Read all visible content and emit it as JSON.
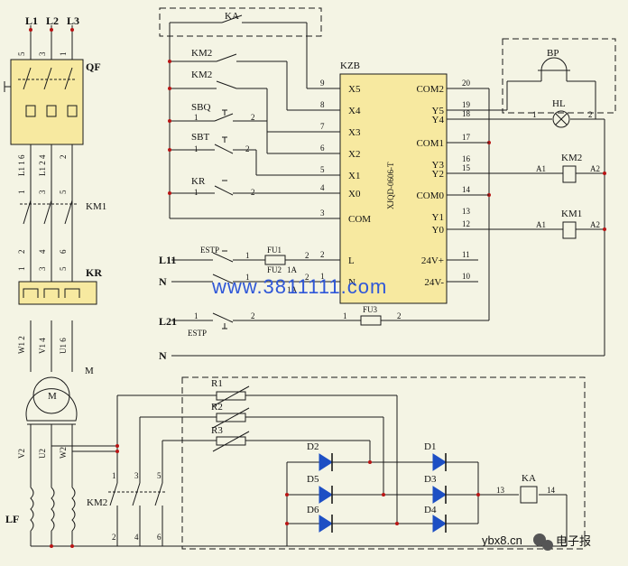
{
  "phases": [
    "L1",
    "L2",
    "L3"
  ],
  "devices": {
    "qf": "QF",
    "km1": "KM1",
    "kr": "KR",
    "motor_label": "M",
    "motor_symbol": "M",
    "lf": "LF",
    "km2_aux": "KM2",
    "ka_top": "KA",
    "bp": "BP",
    "hl": "HL",
    "coil_km2": "KM2",
    "coil_km1": "KM1",
    "coil_ka": "KA"
  },
  "controller": {
    "name": "KZB",
    "model": "XJQD-0606-T"
  },
  "inputs": [
    {
      "pin": "X5",
      "num": "9"
    },
    {
      "pin": "X4",
      "num": "8"
    },
    {
      "pin": "X3",
      "num": "7"
    },
    {
      "pin": "X2",
      "num": "6"
    },
    {
      "pin": "X1",
      "num": "5"
    },
    {
      "pin": "X0",
      "num": "4"
    },
    {
      "pin": "COM",
      "num": "3"
    },
    {
      "pin": "L",
      "num": "2"
    },
    {
      "pin": "N",
      "num": "1"
    }
  ],
  "outputs": [
    {
      "pin": "COM2",
      "num": "20"
    },
    {
      "pin": "Y5",
      "num": "19"
    },
    {
      "pin": "Y4",
      "num": "18"
    },
    {
      "pin": "COM1",
      "num": "17"
    },
    {
      "pin": "Y3",
      "num": "16"
    },
    {
      "pin": "Y2",
      "num": "15"
    },
    {
      "pin": "COM0",
      "num": "14"
    },
    {
      "pin": "Y1",
      "num": "13"
    },
    {
      "pin": "Y0",
      "num": "12"
    },
    {
      "pin": "24V+",
      "num": "11"
    },
    {
      "pin": "24V-",
      "num": "10"
    }
  ],
  "switches": {
    "km2a": "KM2",
    "km2b": "KM2",
    "sbq": "SBQ",
    "sbt": "SBT",
    "kr": "KR"
  },
  "switch_terms": {
    "one": "1",
    "two": "2"
  },
  "power": {
    "l11": "L11",
    "n": "N",
    "l21": "L21",
    "estp": "ESTP",
    "fu1": "FU1",
    "fu2": "FU2",
    "fu3": "FU3",
    "amp": "1A"
  },
  "terms_top": [
    "5",
    "3",
    "1"
  ],
  "terms_qf": [
    "6",
    "4",
    "2"
  ],
  "cable_qf": [
    "L1 1",
    "L1 2"
  ],
  "terms_km1_top": [
    "1",
    "3",
    "5"
  ],
  "terms_km1_bot": [
    "2",
    "4",
    "6"
  ],
  "terms_kr_top": [
    "1",
    "3",
    "5"
  ],
  "terms_kr_bot": [
    "2",
    "4",
    "6"
  ],
  "motor_leads": [
    "W1 2",
    "V1 4",
    "U1 6"
  ],
  "motor_out": [
    "V2",
    "U2",
    "W2"
  ],
  "resistors": [
    "R1",
    "R2",
    "R3"
  ],
  "diodes": {
    "left": [
      "D2",
      "D5",
      "D6"
    ],
    "right": [
      "D1",
      "D3",
      "D4"
    ]
  },
  "ka_terms": [
    "13",
    "14"
  ],
  "km2_terms_top": [
    "1",
    "3",
    "5"
  ],
  "km2_terms_bot": [
    "2",
    "4",
    "6"
  ],
  "coil_terms": [
    "A1",
    "A2"
  ],
  "hl_terms": [
    "1",
    "2"
  ],
  "watermark": "www.3811111.com",
  "footer": {
    "site": "ybx8.cn",
    "brand": "电子报"
  }
}
